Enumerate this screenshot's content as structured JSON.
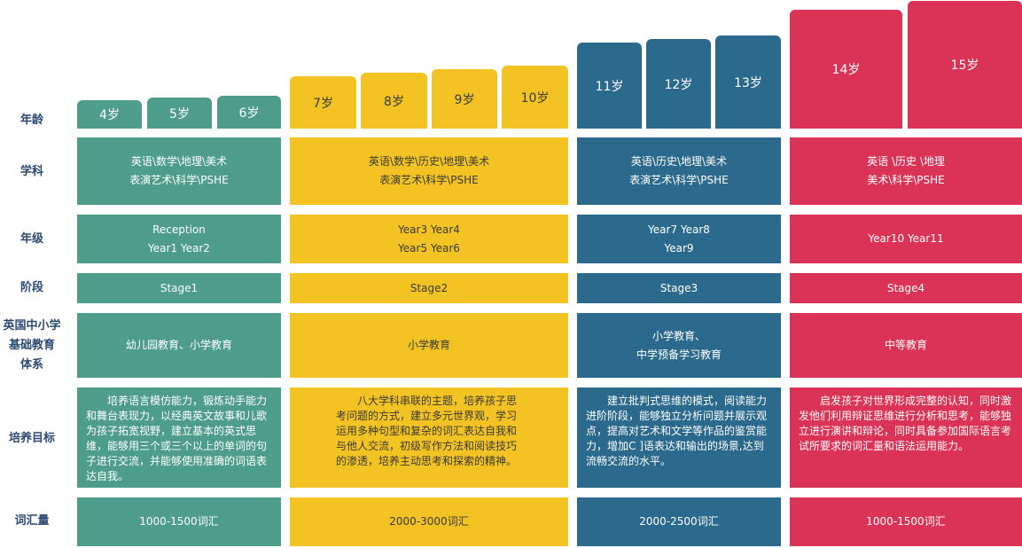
{
  "row_labels": {
    "age": "年龄",
    "subject": "学科",
    "grade": "年级",
    "stage": "阶段",
    "system": [
      "英国中小学",
      "基础教育",
      "体系"
    ],
    "goal": "培养目标",
    "vocab": "词汇量"
  },
  "ages": [
    "4岁",
    "5岁",
    "6岁",
    "7岁",
    "8岁",
    "9岁",
    "10岁",
    "11岁",
    "12岁",
    "13岁",
    "14岁",
    "15岁"
  ],
  "groups": [
    {
      "subjects": [
        "英语\\数学\\地理\\美术",
        "表演艺术\\科学\\PSHE"
      ],
      "grades": [
        "Reception",
        "Year1 Year2"
      ],
      "stage": "Stage1",
      "system": [
        "幼儿园教育、小学教育"
      ],
      "goal": "培养语言模仿能力，锻炼动手能力和舞台表现力，以经典英文故事和儿歌为孩子拓宽视野，建立基本的英式思维，能够用三个或三个以上的单词的句子进行交流，并能够使用准确的词语表达自我。",
      "vocab": "1000-1500词汇"
    },
    {
      "subjects": [
        "英语\\数学\\历史\\地理\\美术",
        "表演艺术\\科学\\PSHE"
      ],
      "grades": [
        "Year3 Year4",
        "Year5 Year6"
      ],
      "stage": "Stage2",
      "system": [
        "小学教育"
      ],
      "goal": "八大学科串联的主题，培养孩子思考问题的方式，建立多元世界观，学习运用多种句型和复杂的词汇表达自我和与他人交流，初级写作方法和阅读技巧的渗透，培养主动思考和探索的精神。",
      "vocab": "2000-3000词汇"
    },
    {
      "subjects": [
        "英语\\历史\\地理\\美术",
        "表演艺术\\科学\\PSHE"
      ],
      "grades": [
        "Year7 Year8",
        "Year9"
      ],
      "stage": "Stage3",
      "system": [
        "小学教育、",
        "中学预备学习教育"
      ],
      "goal": "建立批判式思维的模式，阅读能力进阶阶段，能够独立分析问题并展示观点，提高对艺术和文学等作品的鉴赏能力，增加C ]语表达和输出的场景,达到流畅交流的水平。",
      "vocab": "2000-2500词汇"
    },
    {
      "subjects": [
        "英语 \\历史 \\地理",
        "美术\\科学\\PSHE"
      ],
      "grades": [
        "Year10 Year11"
      ],
      "stage": "Stage4",
      "system": [
        "中等教育"
      ],
      "goal": "启发孩子对世界形成完整的认知，同时激发他们利用辩证思维进行分析和思考，能够独立进行演讲和辩论，同时具备参加国际语言考试所要求的词汇量和语法运用能力。",
      "vocab": "1000-1500词汇"
    }
  ],
  "colors": {
    "green": "#4d9d8a",
    "yellow": "#f2c322",
    "blue": "#2b6a8c",
    "red": "#db3356",
    "label": "#2d4a73"
  }
}
